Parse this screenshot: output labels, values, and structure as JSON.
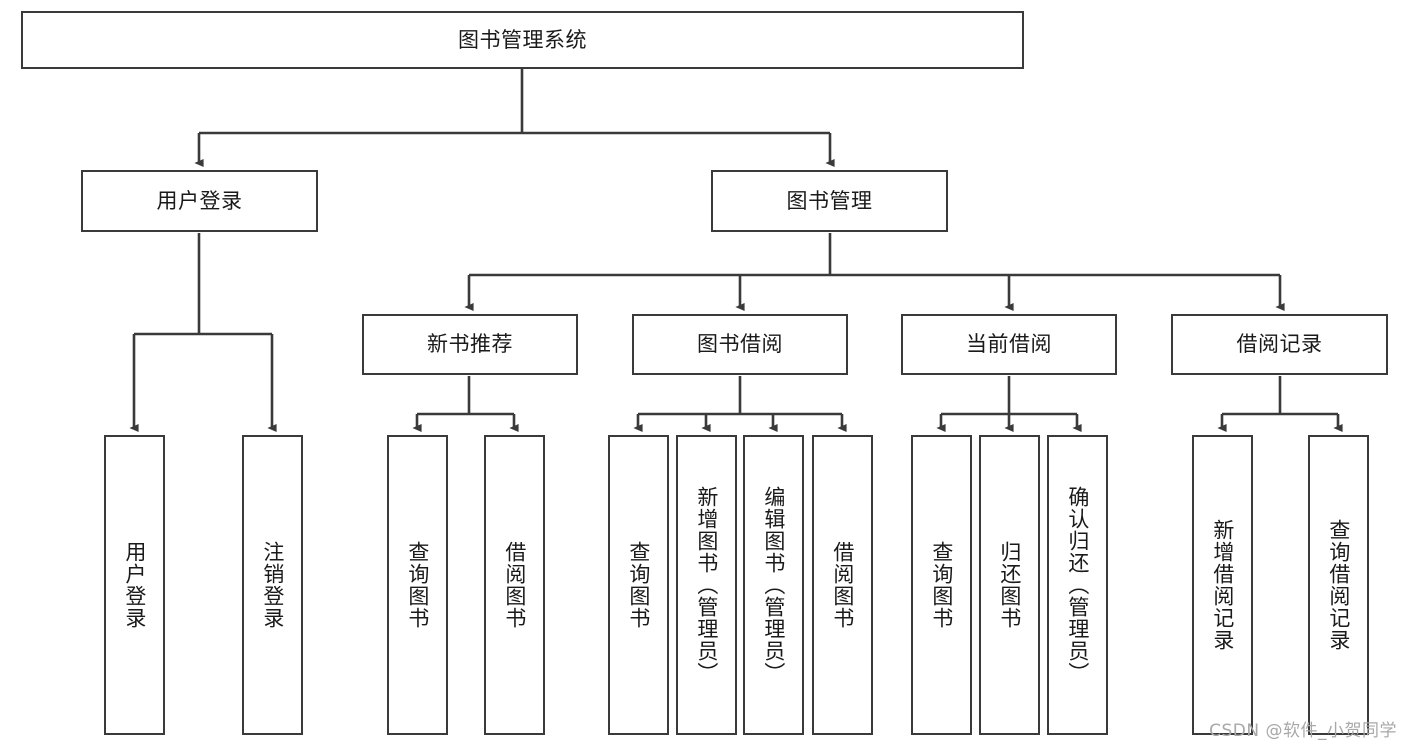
{
  "diagram": {
    "title": "图书管理系统",
    "type": "tree-hierarchy",
    "colors": {
      "box_border": "#3a3a3a",
      "box_fill": "#ffffff",
      "edge": "#3a3a3a",
      "text": "#1a1a1a",
      "watermark": "#a8a8a8",
      "background": "#ffffff"
    },
    "root": {
      "label": "图书管理系统"
    },
    "level2": [
      {
        "label": "用户登录"
      },
      {
        "label": "图书管理"
      }
    ],
    "level3": [
      {
        "label": "新书推荐"
      },
      {
        "label": "图书借阅"
      },
      {
        "label": "当前借阅"
      },
      {
        "label": "借阅记录"
      }
    ],
    "leaves": {
      "user_login": [
        {
          "label": "用户登录"
        },
        {
          "label": "注销登录"
        }
      ],
      "new_book_recommend": [
        {
          "label": "查询图书"
        },
        {
          "label": "借阅图书"
        }
      ],
      "book_borrow": [
        {
          "label": "查询图书"
        },
        {
          "label": "新增图书（管理员）"
        },
        {
          "label": "编辑图书（管理员）"
        },
        {
          "label": "借阅图书"
        }
      ],
      "current_borrow": [
        {
          "label": "查询图书"
        },
        {
          "label": "归还图书"
        },
        {
          "label": "确认归还（管理员）"
        }
      ],
      "borrow_record": [
        {
          "label": "新增借阅记录"
        },
        {
          "label": "查询借阅记录"
        }
      ]
    }
  },
  "watermark": {
    "text": "CSDN @软件_小贺同学"
  }
}
